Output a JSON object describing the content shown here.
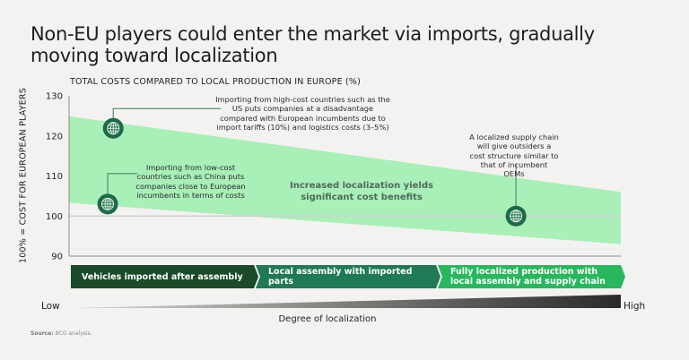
{
  "title": "Non-EU players could enter the market via imports, gradually moving toward localization",
  "chart_data": {
    "type": "area",
    "title": "TOTAL COSTS COMPARED TO LOCAL PRODUCTION IN EUROPE (%)",
    "ylabel": "100% = COST FOR EUROPEAN PLAYERS",
    "xlabel": "Degree of localization",
    "x_ends": [
      "Low",
      "High"
    ],
    "ylim": [
      90,
      130
    ],
    "yticks": [
      90,
      100,
      110,
      120,
      130
    ],
    "reference_line": 100,
    "band": {
      "x": [
        0,
        1
      ],
      "upper": [
        124.9,
        106.0
      ],
      "lower": [
        103.3,
        93.0
      ],
      "color": "#a8efb8"
    },
    "markers": [
      {
        "name": "high-cost-import",
        "x": 0.08,
        "y": 121.9,
        "annotation": "Importing from high-cost countries such as the US puts companies at a disadvantage compared with European incumbents due to import tariffs (10%) and logistics costs (3–5%)"
      },
      {
        "name": "low-cost-import",
        "x": 0.07,
        "y": 103.0,
        "annotation": "Importing from low-cost countries such as China puts companies close to European incumbents in terms of costs"
      },
      {
        "name": "localized-supply-chain",
        "x": 0.81,
        "y": 100.0,
        "annotation": "A localized supply chain will give outsiders a cost structure similar to that of incumbent OEMs"
      }
    ],
    "center_note": "Increased localization yields significant cost benefits",
    "stages": [
      {
        "label": "Vehicles imported after assembly",
        "color": "#1a4a28"
      },
      {
        "label": "Local assembly with imported parts",
        "color": "#1f7a55"
      },
      {
        "label": "Fully localized production with local assembly and supply chain",
        "color": "#27b85e"
      }
    ]
  },
  "source_label": "Source:",
  "source_text": "BCG analysis."
}
